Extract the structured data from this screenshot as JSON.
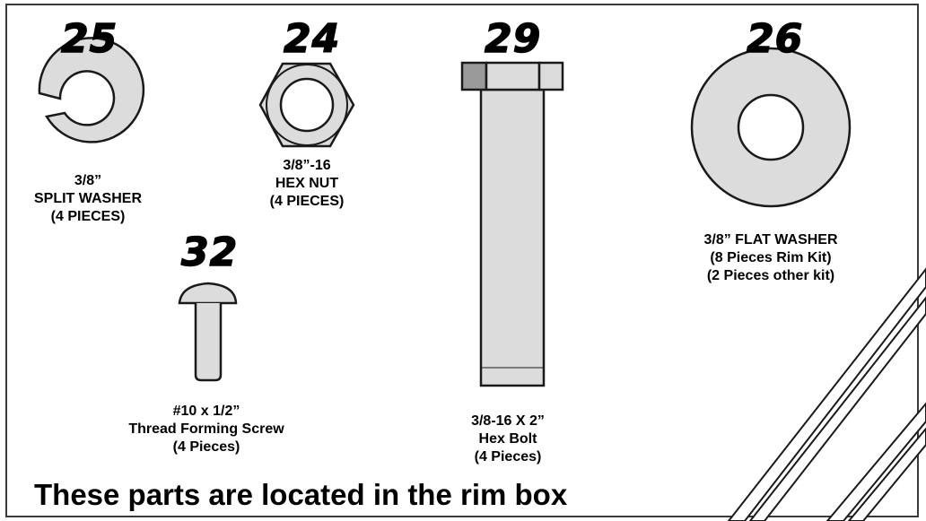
{
  "parts": {
    "split_washer": {
      "number": "25",
      "line1": "3/8”",
      "line2": "SPLIT WASHER",
      "line3": "(4 PIECES)"
    },
    "hex_nut": {
      "number": "24",
      "line1": "3/8”-16",
      "line2": "HEX NUT",
      "line3": "(4 PIECES)"
    },
    "hex_bolt": {
      "number": "29",
      "line1": "3/8-16 X 2”",
      "line2": "Hex Bolt",
      "line3": "(4 Pieces)"
    },
    "flat_washer": {
      "number": "26",
      "line1": "3/8” FLAT WASHER",
      "line2": "(8 Pieces Rim Kit)",
      "line3": "(2 Pieces other kit)"
    },
    "screw": {
      "number": "32",
      "line1": "#10 x 1/2”",
      "line2": "Thread Forming Screw",
      "line3": "(4 Pieces)"
    }
  },
  "footer": {
    "text": "These parts are located in the rim box"
  },
  "colors": {
    "part_fill": "#dcdcdc",
    "part_shade": "#9a9a9a",
    "outline": "#1a1a1a"
  }
}
